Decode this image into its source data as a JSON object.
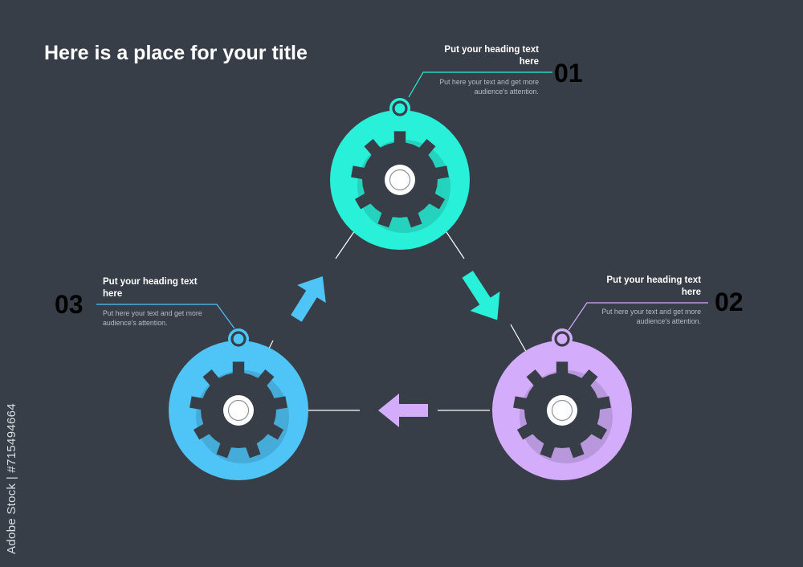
{
  "title": "Here is a place for your title",
  "steps": [
    {
      "number": "01",
      "heading": "Put your heading text here",
      "text": "Put here your text and get more audience's attention.",
      "color": "#29f0d8",
      "icon": "gear-icon"
    },
    {
      "number": "02",
      "heading": "Put your heading text here",
      "text": "Put here your text and get more audience's attention.",
      "color": "#d3acfc",
      "icon": "gear-icon"
    },
    {
      "number": "03",
      "heading": "Put your heading text here",
      "text": "Put here your text and get more audience's attention.",
      "color": "#4fc4f7",
      "icon": "gear-icon"
    }
  ],
  "colors": {
    "background": "#383e47",
    "gear": "#383e47",
    "hub": "#ffffff",
    "lines": "#ffffff"
  },
  "watermark": "Adobe Stock | #715494664"
}
